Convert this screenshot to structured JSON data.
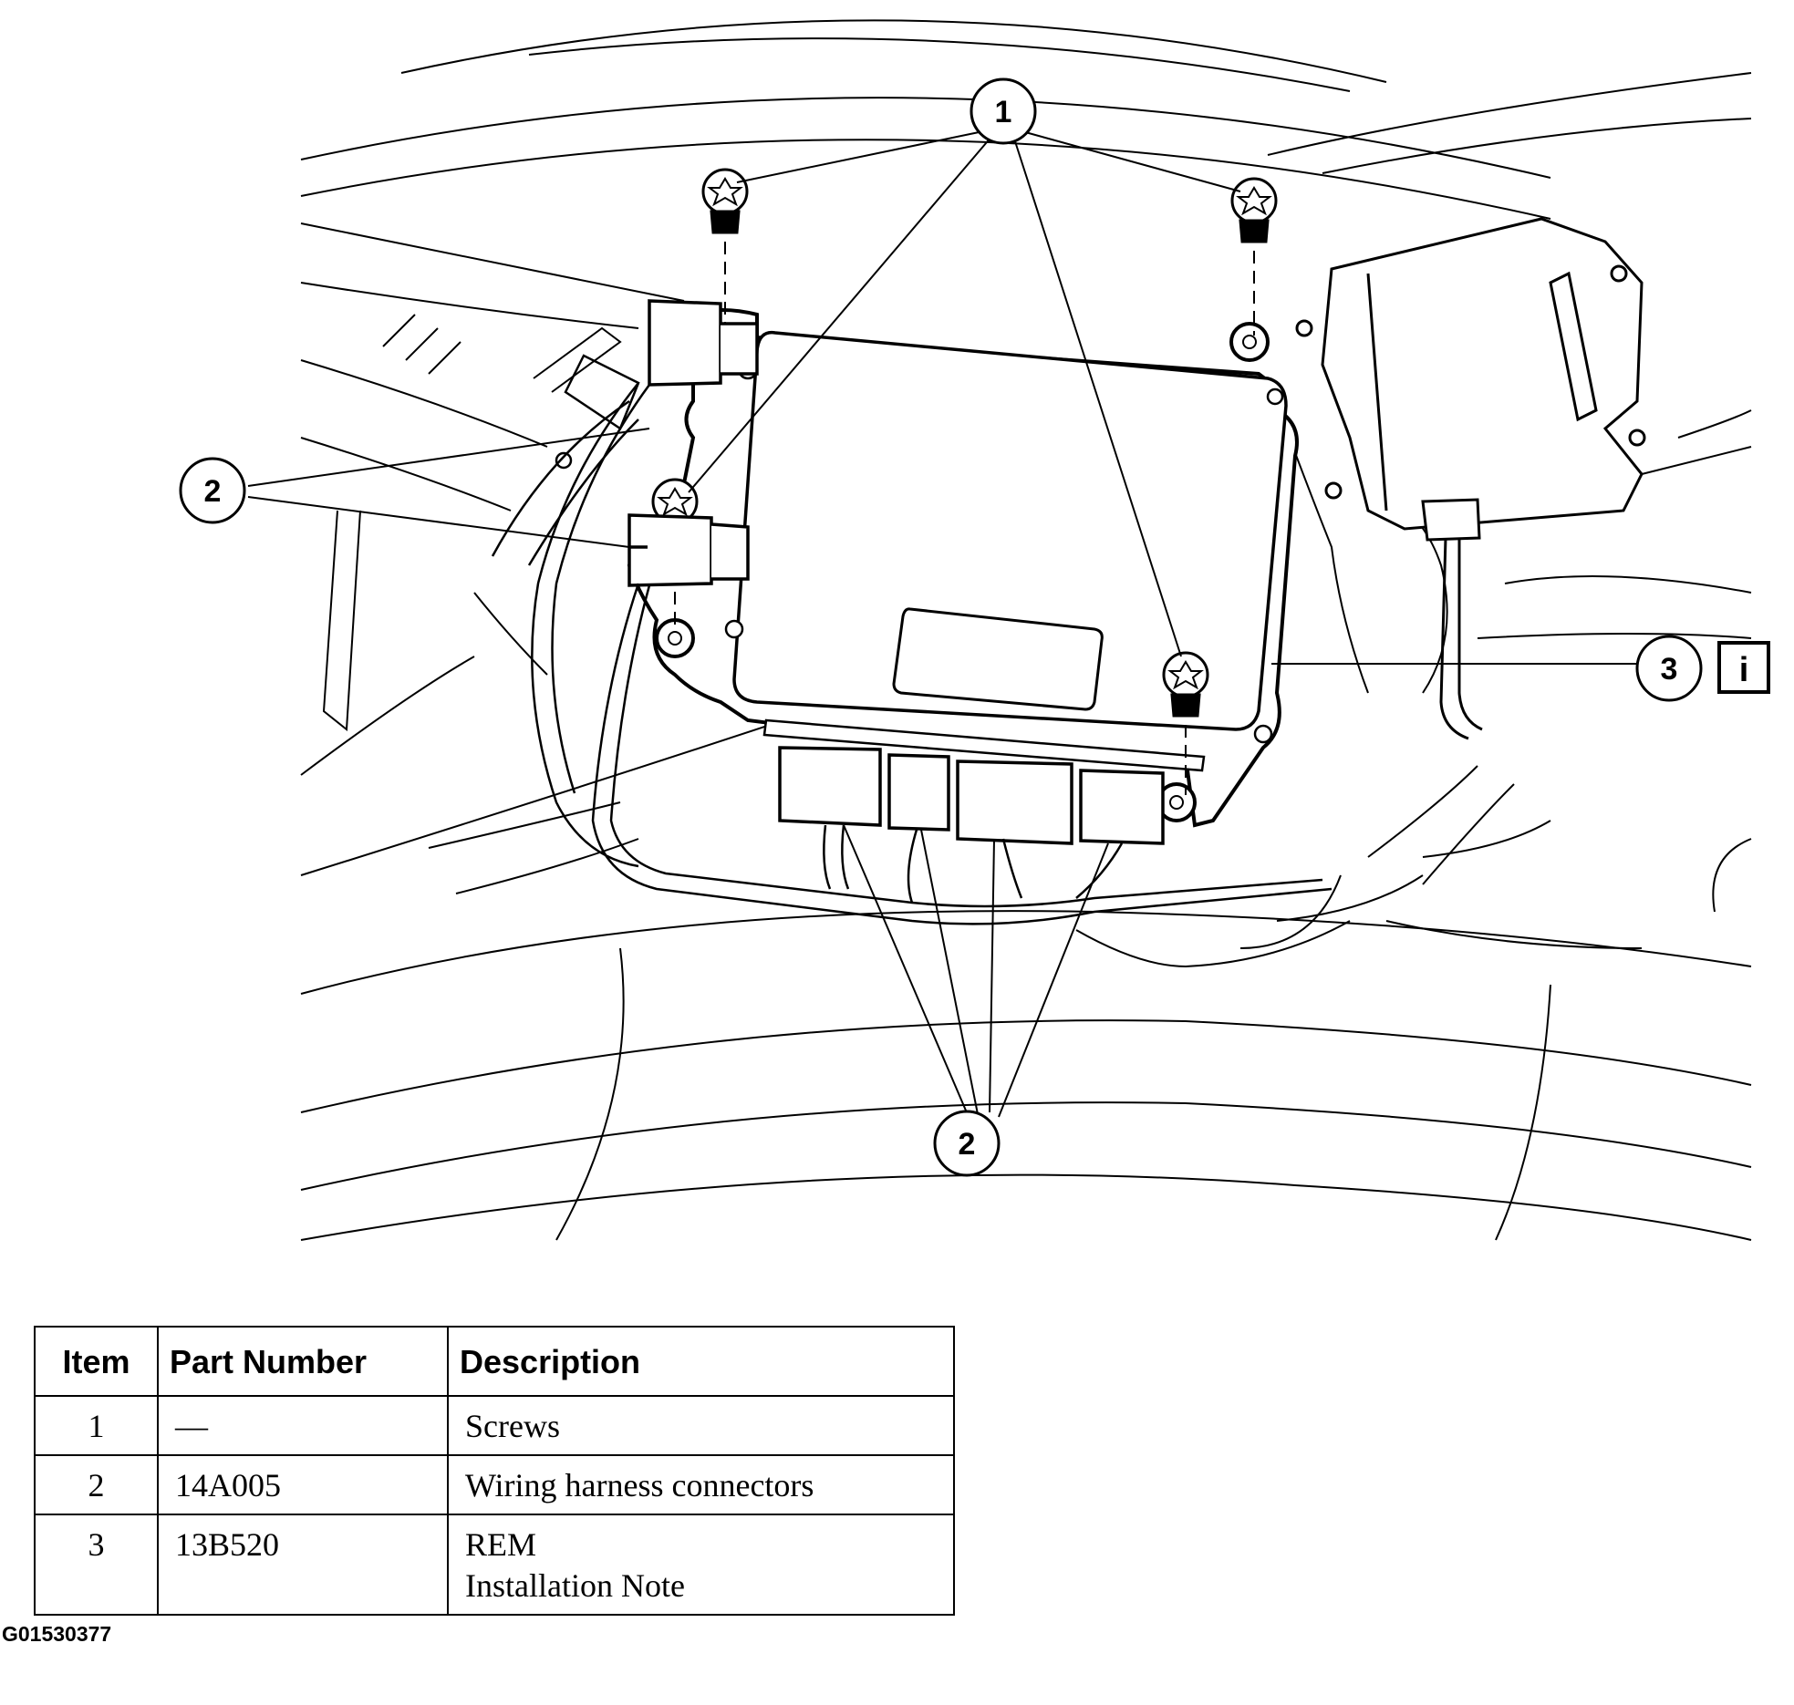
{
  "diagram": {
    "callouts": [
      {
        "id": "callout-1",
        "label": "1"
      },
      {
        "id": "callout-2-left",
        "label": "2"
      },
      {
        "id": "callout-2-bottom",
        "label": "2"
      },
      {
        "id": "callout-3",
        "label": "3"
      }
    ],
    "info_icon_label": "i"
  },
  "table": {
    "headers": [
      "Item",
      "Part Number",
      "Description"
    ],
    "rows": [
      {
        "item": "1",
        "part_number": "—",
        "description": "Screws",
        "note": ""
      },
      {
        "item": "2",
        "part_number": "14A005",
        "description": "Wiring harness connectors",
        "note": ""
      },
      {
        "item": "3",
        "part_number": "13B520",
        "description": "REM",
        "note": "Installation Note"
      }
    ]
  },
  "figure_id": "G01530377"
}
